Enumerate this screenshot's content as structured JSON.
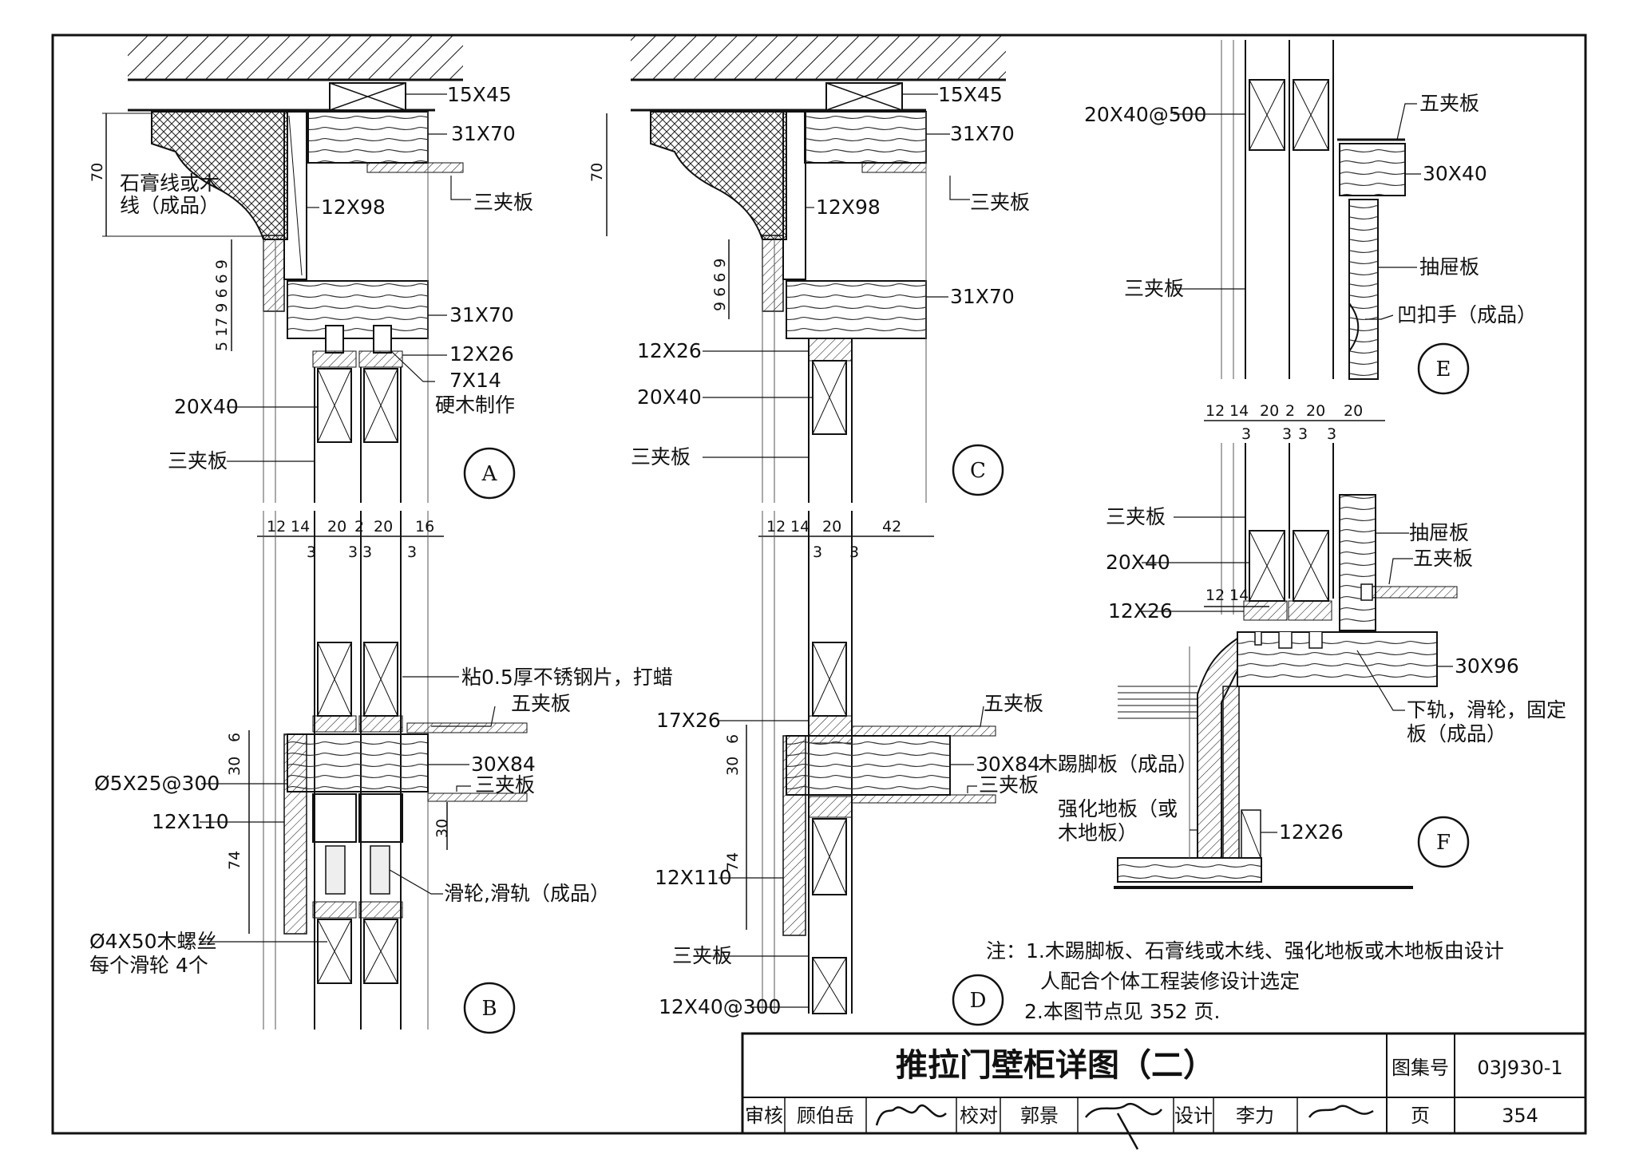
{
  "labels": {
    "A": {
      "l15x45": "15X45",
      "l31x70a": "31X70",
      "sanjia1": "三夹板",
      "shigao1": "石膏线或木",
      "shigao2": "线（成品）",
      "d70": "70",
      "l12x98": "12X98",
      "dims_left": "5 17 9 6 6 9",
      "l31x70b": "31X70",
      "l12x26": "12X26",
      "l7x14": "7X14",
      "yingmu": "硬木制作",
      "l20x40": "20X40",
      "sanjia2": "三夹板",
      "circle": "A"
    },
    "B": {
      "dims_top": [
        "12",
        "14",
        "20",
        "2",
        "20",
        "16"
      ],
      "dims_3": "3",
      "zhan": "粘0.5厚不锈钢片，打蜡",
      "wujia": "五夹板",
      "d6": "6",
      "d30": "30",
      "d74": "74",
      "d30b": "30",
      "phi5": "Ø5X25@300",
      "l30x84": "30X84",
      "sanjia": "三夹板",
      "l12x110": "12X110",
      "hualun": "滑轮,滑轨（成品）",
      "phi4": "Ø4X50木螺丝",
      "phi4b": "每个滑轮 4个",
      "circle": "B"
    },
    "C": {
      "l15x45": "15X45",
      "l31x70a": "31X70",
      "sanjia1": "三夹板",
      "d70": "70",
      "l12x98": "12X98",
      "dims_left": "9 6 6 9",
      "l31x70b": "31X70",
      "l12x26": "12X26",
      "l20x40": "20X40",
      "sanjia2": "三夹板",
      "circle": "C"
    },
    "D": {
      "dims_top": [
        "12",
        "14",
        "20",
        "42"
      ],
      "dims_3": "3",
      "wujia": "五夹板",
      "l17x26": "17X26",
      "d6": "6",
      "d30": "30",
      "d74": "74",
      "l30x84": "30X84",
      "mutijiao": "木踢脚板（成品）",
      "sanjia": "三夹板",
      "l12x110": "12X110",
      "sanjia2": "三夹板",
      "l12x40": "12X40@300",
      "circle": "D"
    },
    "E": {
      "l20x40": "20X40@500",
      "wujia": "五夹板",
      "l30x40": "30X40",
      "sanjia": "三夹板",
      "chouti": "抽屉板",
      "aokou": "凹扣手（成品）",
      "circle": "E",
      "dims": [
        "12",
        "14",
        "20",
        "2",
        "20",
        "20"
      ],
      "dims_3": "3"
    },
    "F": {
      "sanjia": "三夹板",
      "chouti": "抽屉板",
      "wujia": "五夹板",
      "l20x40": "20X40",
      "d12": "12",
      "d14": "14",
      "l12x26": "12X26",
      "l30x96": "30X96",
      "xiagui1": "下轨，滑轮，固定",
      "xiagui2": "板（成品）",
      "qianghua1": "强化地板（或",
      "qianghua2": "木地板）",
      "l12x26b": "12X26",
      "circle": "F"
    }
  },
  "notes": {
    "line1": "注：1.木踢脚板、石膏线或木线、强化地板或木地板由设计",
    "line2": "人配合个体工程装修设计选定",
    "line3": "2.本图节点见 352 页."
  },
  "title_block": {
    "title": "推拉门壁柜详图（二）",
    "atlas_label": "图集号",
    "atlas_no": "03J930-1",
    "review_label": "审核",
    "reviewer": "顾伯岳",
    "check_label": "校对",
    "checker": "郭景",
    "design_label": "设计",
    "designer": "李力",
    "page_label": "页",
    "page_no": "354"
  }
}
